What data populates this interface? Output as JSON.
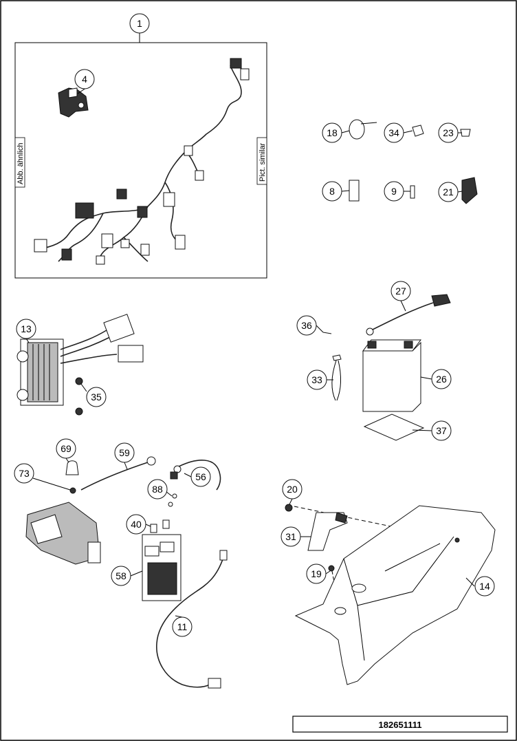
{
  "diagram": {
    "drawing_number": "182651111",
    "harness_notes": [
      "Abb. ähnlich",
      "Pict. similar"
    ],
    "parts": [
      {
        "label": "1",
        "name": "wiring-harness"
      },
      {
        "label": "4",
        "name": "harness-bracket"
      },
      {
        "label": "8",
        "name": "plate"
      },
      {
        "label": "9",
        "name": "fuse-small"
      },
      {
        "label": "11",
        "name": "cable"
      },
      {
        "label": "13",
        "name": "voltage-regulator"
      },
      {
        "label": "14",
        "name": "battery-holder"
      },
      {
        "label": "18",
        "name": "cable-tie"
      },
      {
        "label": "19",
        "name": "bolt"
      },
      {
        "label": "20",
        "name": "nut"
      },
      {
        "label": "21",
        "name": "connector-cap"
      },
      {
        "label": "23",
        "name": "clip"
      },
      {
        "label": "26",
        "name": "battery"
      },
      {
        "label": "27",
        "name": "battery-cable"
      },
      {
        "label": "31",
        "name": "bracket"
      },
      {
        "label": "33",
        "name": "strap"
      },
      {
        "label": "34",
        "name": "clamp"
      },
      {
        "label": "35",
        "name": "screw"
      },
      {
        "label": "36",
        "name": "screw"
      },
      {
        "label": "37",
        "name": "pad"
      },
      {
        "label": "40",
        "name": "fuse"
      },
      {
        "label": "56",
        "name": "ground-cable"
      },
      {
        "label": "58",
        "name": "relay-box"
      },
      {
        "label": "59",
        "name": "starter-cable"
      },
      {
        "label": "69",
        "name": "cap"
      },
      {
        "label": "73",
        "name": "nut"
      },
      {
        "label": "88",
        "name": "fuse-cap"
      }
    ]
  }
}
